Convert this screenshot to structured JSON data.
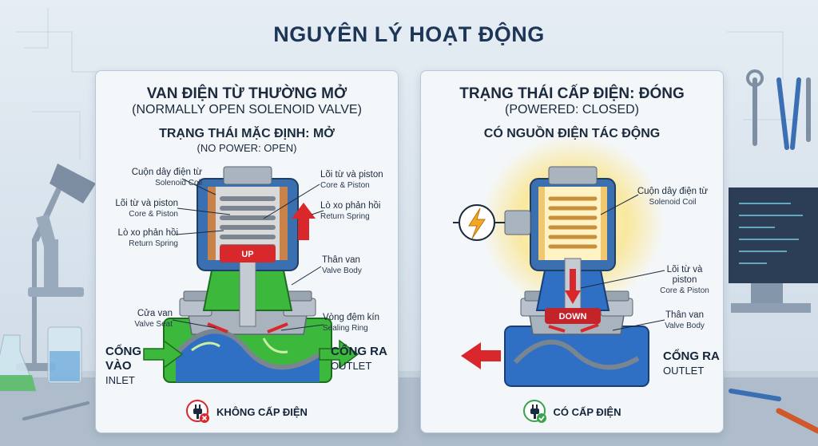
{
  "title": "NGUYÊN LÝ HOẠT ĐỘNG",
  "left_panel": {
    "title": "VAN ĐIỆN TỪ THƯỜNG MỞ",
    "title_en": "(NORMALLY OPEN SOLENOID VALVE)",
    "state": "TRẠNG THÁI MẶC ĐỊNH: MỞ",
    "state_en": "(NO POWER: OPEN)",
    "labels": {
      "coil_vi": "Cuộn dây điện từ",
      "coil_en": "Solenoid Coil",
      "core_left_vi": "Lõi từ và piston",
      "core_left_en": "Core & Piston",
      "spring_left_vi": "Lò xo phản hồi",
      "spring_left_en": "Return Spring",
      "seat_vi": "Cửa van",
      "seat_en": "Valve Seat",
      "core_right_vi": "Lõi từ và piston",
      "core_right_en": "Core & Piston",
      "spring_right_vi": "Lò xo phản hồi",
      "spring_right_en": "Return Spring",
      "body_vi": "Thân van",
      "body_en": "Valve Body",
      "ring_vi": "Vòng đệm kín",
      "ring_en": "Sealing Ring"
    },
    "inlet_vi": "CỔNG VÀO",
    "inlet_en": "INLET",
    "outlet_vi": "CỔNG RA",
    "outlet_en": "OUTLET",
    "piston_badge": "UP",
    "footer": "KHÔNG CẤP ĐIỆN"
  },
  "right_panel": {
    "title": "TRẠNG THÁI CẤP ĐIỆN: ĐÓNG",
    "title_en": "(POWERED: CLOSED)",
    "state": "CÓ NGUỒN ĐIỆN TÁC ĐỘNG",
    "labels": {
      "coil_vi": "Cuộn dây điện từ",
      "coil_en": "Solenoid Coil",
      "core_vi": "Lõi từ và",
      "core_vi2": "piston",
      "core_en": "Core & Piston",
      "body_vi": "Thân van",
      "body_en": "Valve Body"
    },
    "outlet_vi": "CỔNG RA",
    "outlet_en": "OUTLET",
    "piston_badge": "DOWN",
    "footer": "CÓ CẤP ĐIỆN"
  },
  "colors": {
    "coil_blue": "#3a6fb0",
    "coil_copper": "#c9824a",
    "flow_green": "#3cb83c",
    "body_blue": "#2f6fc4",
    "arrow_red": "#d8282c",
    "glow_yellow": "#fbe27a",
    "ok_green": "#3aa24a",
    "no_red": "#d8282c"
  }
}
